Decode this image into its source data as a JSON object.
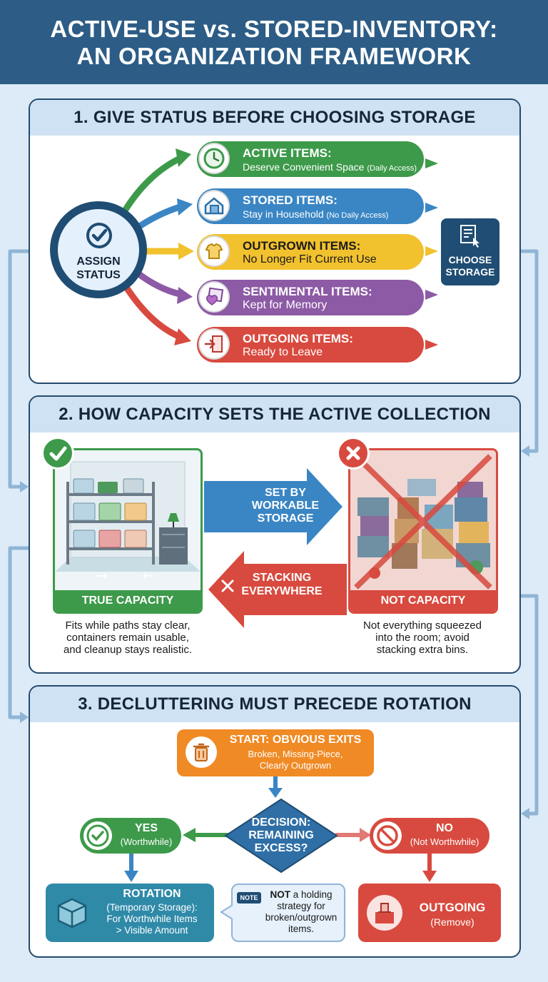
{
  "banner": {
    "line1": "ACTIVE-USE vs. STORED-INVENTORY:",
    "line2": "AN ORGANIZATION FRAMEWORK"
  },
  "section1": {
    "title": "1. GIVE STATUS BEFORE CHOOSING STORAGE",
    "hub": {
      "line1": "ASSIGN",
      "line2": "STATUS",
      "icon": "checkmark-icon"
    },
    "choose": {
      "line1": "CHOOSE",
      "line2": "STORAGE",
      "icon": "document-pointer-icon"
    },
    "statuses": [
      {
        "title": "ACTIVE ITEMS:",
        "desc": "Deserve Convenient Space",
        "note": "(Daily Access)",
        "color": "#3d9a4a",
        "icon": "clock-icon"
      },
      {
        "title": "STORED ITEMS:",
        "desc": "Stay in Household",
        "note": "(No Daily Access)",
        "color": "#3a86c4",
        "icon": "house-box-icon"
      },
      {
        "title": "OUTGROWN ITEMS:",
        "desc": "No Longer Fit Current Use",
        "note": "",
        "color": "#f2c12e",
        "icon": "shirt-icon"
      },
      {
        "title": "SENTIMENTAL ITEMS:",
        "desc": "Kept for Memory",
        "note": "",
        "color": "#8d5aa5",
        "icon": "photo-heart-icon"
      },
      {
        "title": "OUTGOING ITEMS:",
        "desc": "Ready to Leave",
        "note": "",
        "color": "#d84a3f",
        "icon": "door-exit-icon"
      }
    ]
  },
  "section2": {
    "title": "2. HOW CAPACITY SETS THE ACTIVE COLLECTION",
    "true_label": "TRUE CAPACITY",
    "not_label": "NOT CAPACITY",
    "arrow_right": {
      "line1": "SET BY",
      "line2": "WORKABLE",
      "line3": "STORAGE"
    },
    "arrow_left": {
      "line1": "STACKING",
      "line2": "EVERYWHERE"
    },
    "true_caption": {
      "line1": "Fits while paths stay clear,",
      "line2": "containers remain usable,",
      "line3": "and cleanup stays realistic."
    },
    "not_caption": {
      "line1": "Not everything squeezed",
      "line2": "into the room; avoid",
      "line3": "stacking extra bins."
    }
  },
  "section3": {
    "title": "3. DECLUTTERING MUST PRECEDE ROTATION",
    "start": {
      "title": "START: OBVIOUS EXITS",
      "line1": "Broken, Missing-Piece,",
      "line2": "Clearly Outgrown",
      "icon": "trash-can-icon"
    },
    "decision": {
      "line1": "DECISION:",
      "line2": "REMAINING",
      "line3": "EXCESS?"
    },
    "yes": {
      "title": "YES",
      "sub": "(Worthwhile)",
      "icon": "check-circle-icon"
    },
    "no": {
      "title": "NO",
      "sub": "(Not Worthwhile)",
      "icon": "prohibited-icon"
    },
    "rotation": {
      "title": "ROTATION",
      "line1": "(Temporary Storage):",
      "line2": "For Worthwhile Items",
      "line3": "> Visible Amount",
      "icon": "box-icon"
    },
    "note": {
      "badge": "NOTE",
      "bold": "NOT",
      "line1": " a holding",
      "line2": "strategy for",
      "line3": "broken/outgrown",
      "line4": "items."
    },
    "outgoing": {
      "title": "OUTGOING",
      "sub": "(Remove)",
      "icon": "donation-box-icon"
    }
  }
}
